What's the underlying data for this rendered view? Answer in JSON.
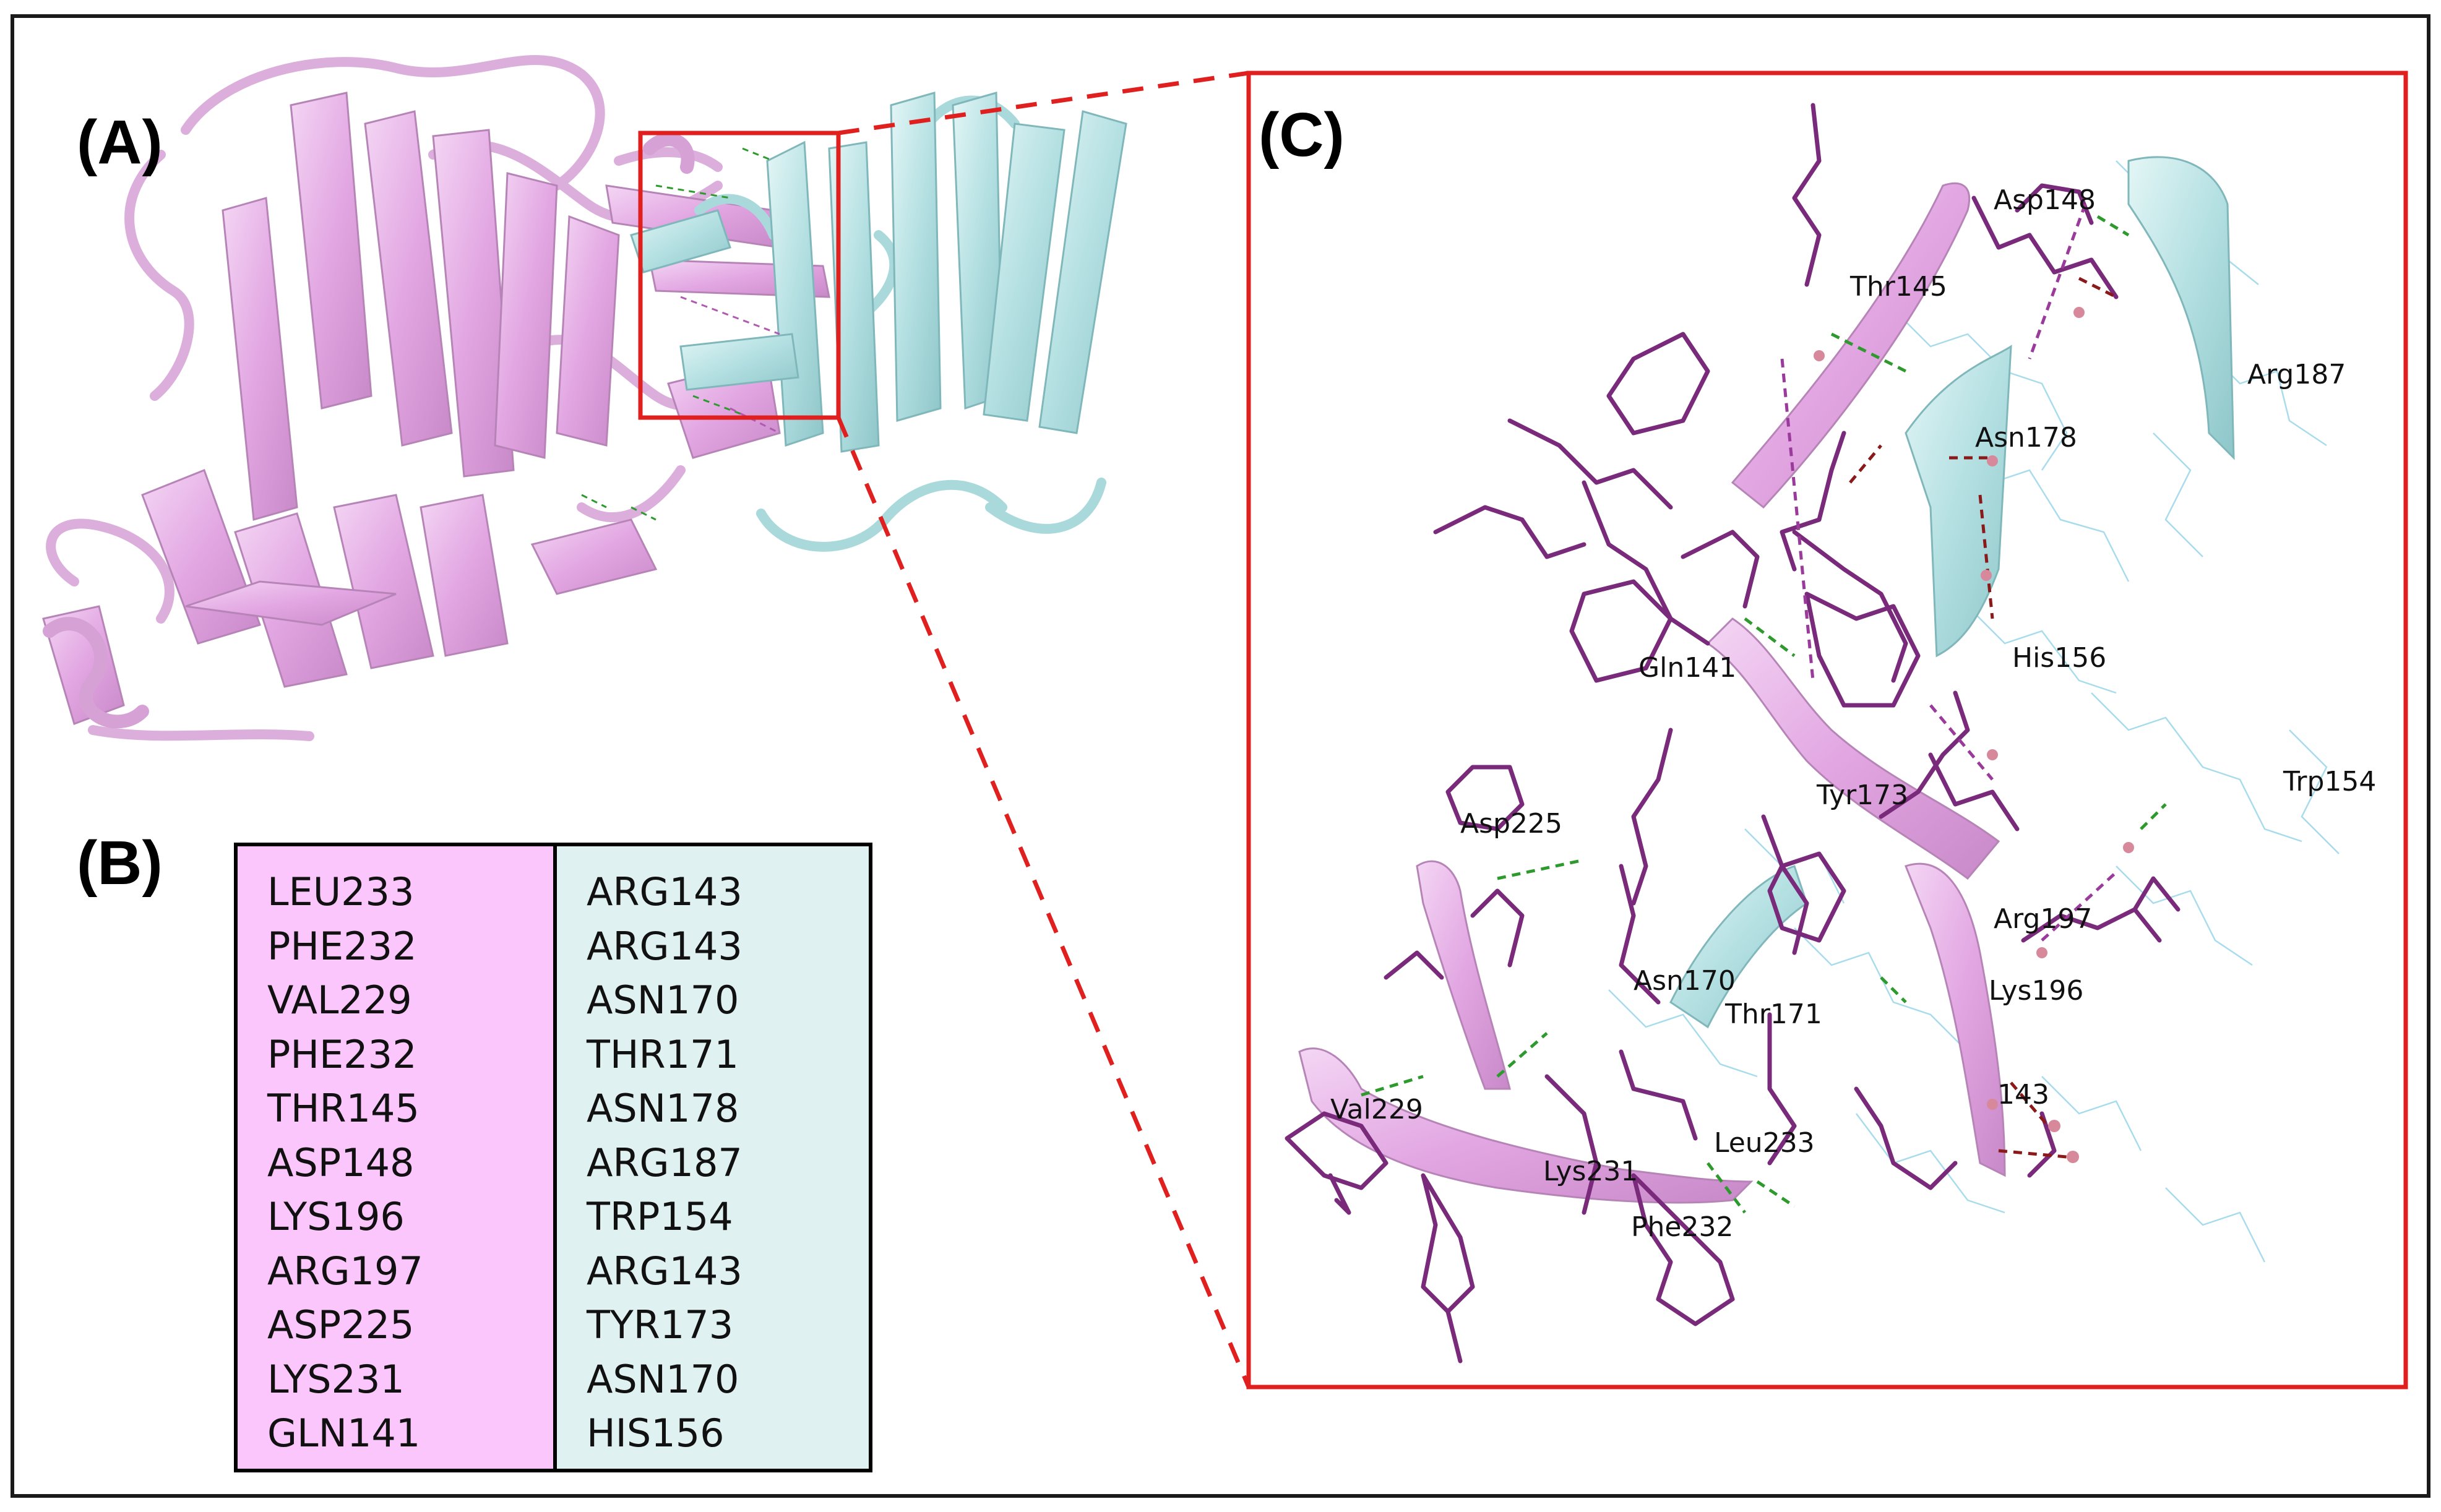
{
  "figure": {
    "panels": {
      "a": {
        "label": "(A)"
      },
      "b": {
        "label": "(B)"
      },
      "c": {
        "label": "(C)"
      }
    },
    "colors": {
      "chain_pink": "#e6b3e6",
      "chain_cyan": "#b8e4e6",
      "residue_purple": "#7a2a7a",
      "hbond_green": "#2e9a2e",
      "bond_red": "#8a1a1a",
      "highlight_red": "#e01f1f",
      "table_pink": "#fbc6fb",
      "table_cyan": "#e0f1f1"
    },
    "table_b": {
      "left": [
        "LEU233",
        "PHE232",
        "VAL229",
        "PHE232",
        "THR145",
        "ASP148",
        "LYS196",
        "ARG197",
        "ASP225",
        "LYS231",
        "GLN141"
      ],
      "right": [
        "ARG143",
        "ARG143",
        "ASN170",
        "THR171",
        "ASN178",
        "ARG187",
        "TRP154",
        "ARG143",
        "TYR173",
        "ASN170",
        "HIS156"
      ]
    },
    "residue_labels": [
      "Asp148",
      "Thr145",
      "Arg187",
      "Asn178",
      "His156",
      "Gln141",
      "Trp154",
      "Tyr173",
      "Asp225",
      "Arg197",
      "Lys196",
      "Asn170",
      "Thr171",
      "143",
      "Val229",
      "Leu233",
      "Lys231",
      "Phe232"
    ]
  }
}
